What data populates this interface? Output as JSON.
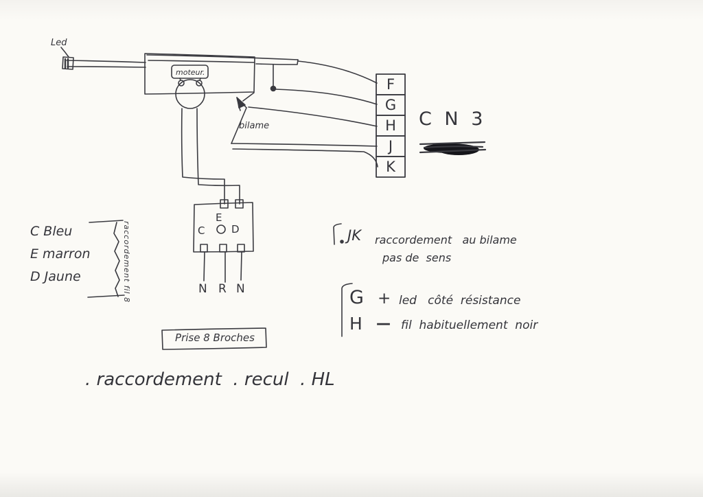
{
  "device": {
    "led_label": "Led",
    "motor_label": "moteur.",
    "bilame_label": "bilame"
  },
  "cn3": {
    "title": "C N 3",
    "pins": [
      "F",
      "G",
      "H",
      "J",
      "K"
    ]
  },
  "prise": {
    "caption": "Prise 8 Broches",
    "pin_labels": [
      "C",
      "E",
      "D"
    ],
    "wire_labels": [
      "N",
      "R",
      "N"
    ]
  },
  "legend": {
    "entries": [
      "C Bleu",
      "E marron",
      "D Jaune"
    ],
    "bracket_label": "raccordement fil 8"
  },
  "notes": {
    "jk": {
      "key": "JK",
      "line1": "raccordement   au bilame",
      "line2": "pas de  sens"
    },
    "g": {
      "key": "G",
      "sign": "+",
      "text": "led   côté  résistance"
    },
    "h": {
      "key": "H",
      "sign": "—",
      "text": "fil  habituellement  noir"
    }
  },
  "caption": ". raccordement  . recul  . HL",
  "colors": {
    "ink": "#3a3a40",
    "paper": "#fbfaf6"
  }
}
